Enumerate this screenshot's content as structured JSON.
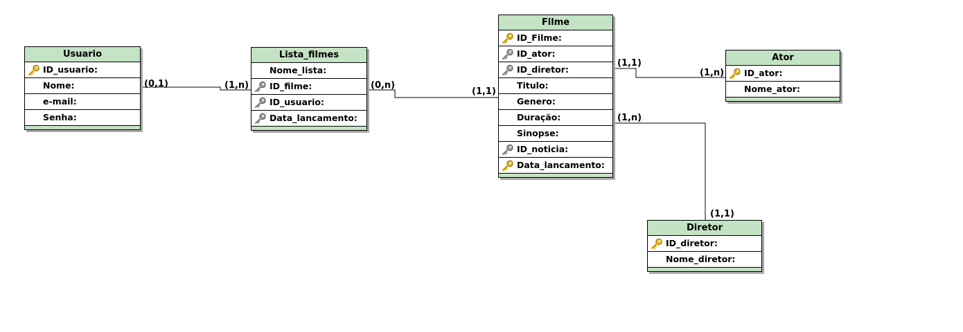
{
  "entities": {
    "usuario": {
      "title": "Usuario",
      "fields": [
        {
          "label": "ID_usuario:",
          "key": "primary"
        },
        {
          "label": "Nome:",
          "key": "none"
        },
        {
          "label": "e-mail:",
          "key": "none"
        },
        {
          "label": "Senha:",
          "key": "none"
        }
      ]
    },
    "lista_filmes": {
      "title": "Lista_filmes",
      "fields": [
        {
          "label": "Nome_lista:",
          "key": "none"
        },
        {
          "label": "ID_filme:",
          "key": "foreign"
        },
        {
          "label": "ID_usuario:",
          "key": "foreign"
        },
        {
          "label": "Data_lancamento:",
          "key": "foreign"
        }
      ]
    },
    "filme": {
      "title": "Filme",
      "fields": [
        {
          "label": "ID_Filme:",
          "key": "primary"
        },
        {
          "label": "ID_ator:",
          "key": "foreign"
        },
        {
          "label": "ID_diretor:",
          "key": "foreign"
        },
        {
          "label": "Titulo:",
          "key": "none"
        },
        {
          "label": "Genero:",
          "key": "none"
        },
        {
          "label": "Duração:",
          "key": "none"
        },
        {
          "label": "Sinopse:",
          "key": "none"
        },
        {
          "label": "ID_noticia:",
          "key": "foreign"
        },
        {
          "label": "Data_lancamento:",
          "key": "primary"
        }
      ]
    },
    "ator": {
      "title": "Ator",
      "fields": [
        {
          "label": "ID_ator:",
          "key": "primary"
        },
        {
          "label": "Nome_ator:",
          "key": "none"
        }
      ]
    },
    "diretor": {
      "title": "Diretor",
      "fields": [
        {
          "label": "ID_diretor:",
          "key": "primary"
        },
        {
          "label": "Nome_diretor:",
          "key": "none"
        }
      ]
    }
  },
  "cardinalities": {
    "usuario_side": "(0,1)",
    "lista_usuario_side": "(1,n)",
    "lista_filme_side": "(0,n)",
    "filme_lista_side": "(1,1)",
    "filme_ator_side": "(1,1)",
    "ator_side": "(1,n)",
    "filme_diretor_side": "(1,n)",
    "diretor_side": "(1,1)"
  },
  "colors": {
    "header": "#c4e2c4",
    "primary_key": "#e8b820",
    "foreign_key": "#9a9a9a",
    "line": "#000000"
  }
}
